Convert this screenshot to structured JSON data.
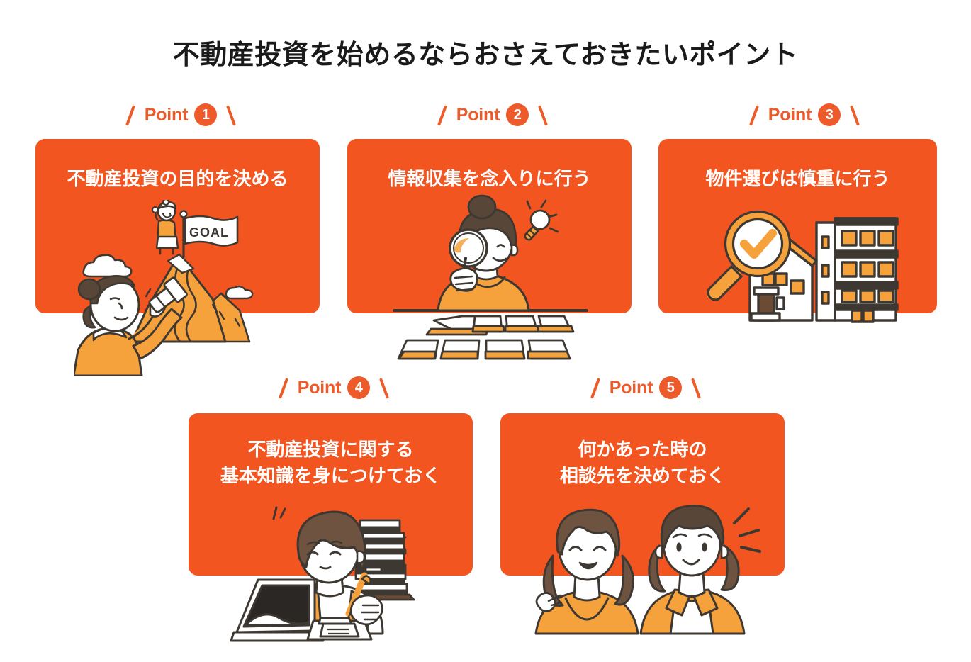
{
  "page": {
    "title": "不動産投資を始めるならおさえてておきたいポイント",
    "title_text": "不動産投資を始めるならおさえておきたいポイント",
    "background_color": "#ffffff"
  },
  "colors": {
    "card_orange": "#F2551F",
    "label_orange": "#EE5B2B",
    "accent_orange": "#F5A13C",
    "line_dark": "#3E3833",
    "hair_brown": "#584738",
    "white": "#FFFFFF"
  },
  "points": [
    {
      "id": 1,
      "label_word": "Point",
      "number": "1",
      "card_title": "不動産投資の目的を決める",
      "illustration_name": "woman-with-telescope-mountain-goal-flag",
      "illustration_texts": [
        "GOAL"
      ]
    },
    {
      "id": 2,
      "label_word": "Point",
      "number": "2",
      "card_title": "情報収集を念入りに行う",
      "illustration_name": "woman-with-magnifying-glass-lightbulb-documents",
      "illustration_texts": []
    },
    {
      "id": 3,
      "label_word": "Point",
      "number": "3",
      "card_title": "物件選びは慎重に行う",
      "illustration_name": "magnifier-check-house-apartment",
      "illustration_texts": []
    },
    {
      "id": 4,
      "label_word": "Point",
      "number": "4",
      "card_title": "不動産投資に関する\n基本知識を身につけておく",
      "illustration_name": "woman-studying-laptop-books",
      "illustration_texts": []
    },
    {
      "id": 5,
      "label_word": "Point",
      "number": "5",
      "card_title": "何かあった時の\n相談先を決めておく",
      "illustration_name": "two-women-consultation",
      "illustration_texts": []
    }
  ]
}
